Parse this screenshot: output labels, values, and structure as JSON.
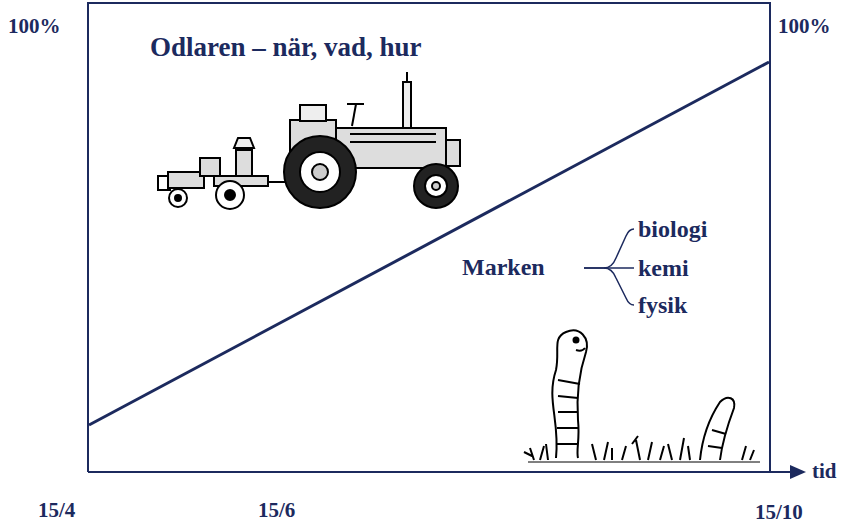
{
  "diagram": {
    "labels": [
      "100%",
      "100%",
      "Odlaren – när, vad, hur",
      "Marken",
      "biologi",
      "kemi",
      "fysik",
      "tid",
      "15/4",
      "15/6",
      "15/10"
    ]
  }
}
